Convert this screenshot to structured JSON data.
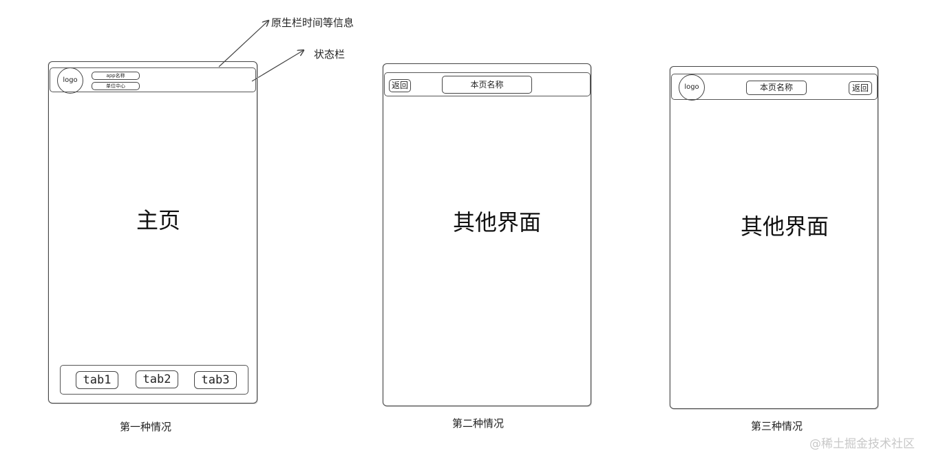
{
  "annotations": {
    "native_bar": "原生栏时间等信息",
    "status_bar": "状态栏"
  },
  "case1": {
    "logo": "logo",
    "app_name": "app名称",
    "unit_center": "单位中心",
    "title": "主页",
    "tabs": [
      "tab1",
      "tab2",
      "tab3"
    ],
    "caption": "第一种情况"
  },
  "case2": {
    "back": "返回",
    "page_name": "本页名称",
    "title": "其他界面",
    "caption": "第二种情况"
  },
  "case3": {
    "logo": "logo",
    "page_name": "本页名称",
    "back": "返回",
    "title": "其他界面",
    "caption": "第三种情况"
  },
  "watermark": "@稀土掘金技术社区"
}
